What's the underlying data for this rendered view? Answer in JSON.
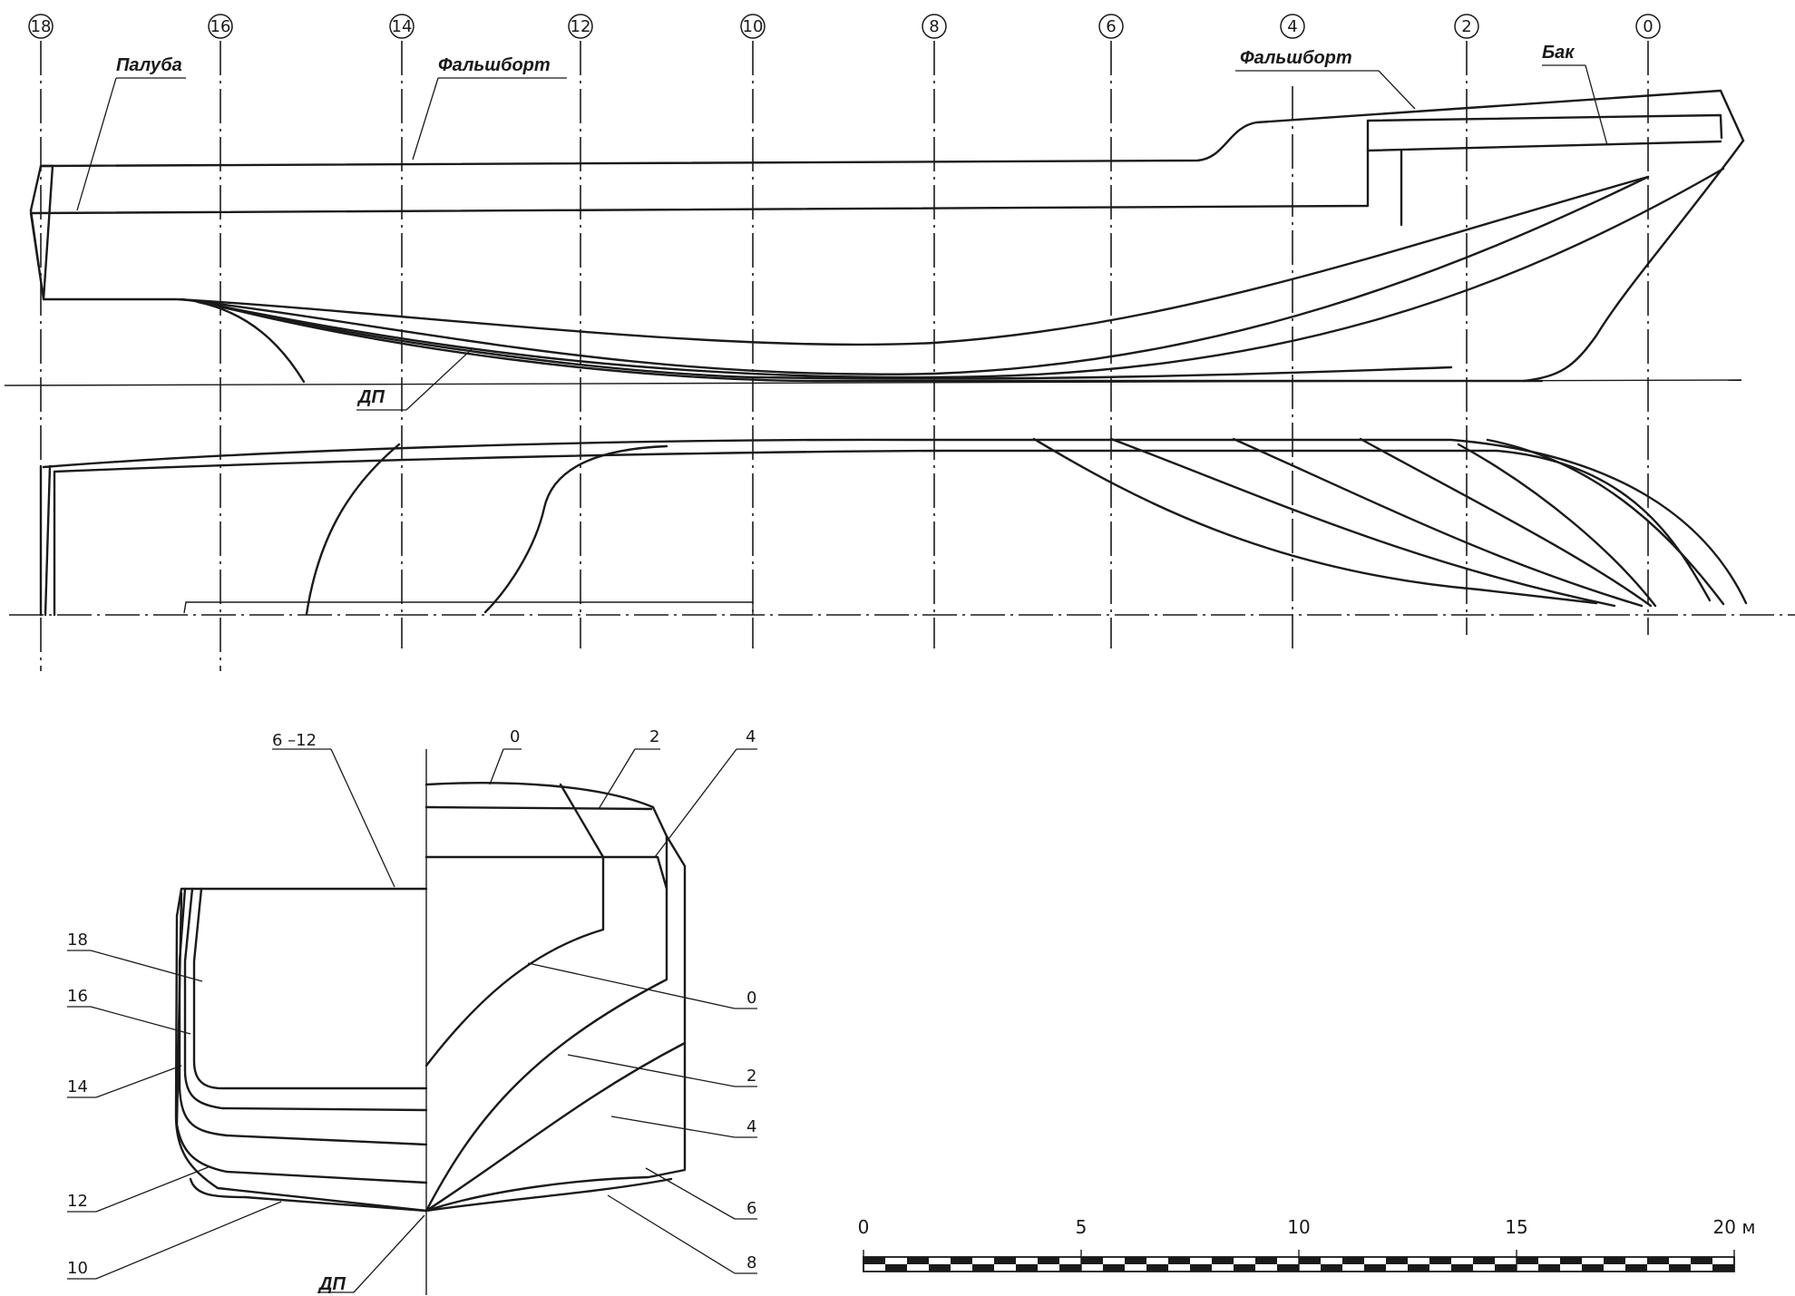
{
  "stations": [
    "18",
    "16",
    "14",
    "12",
    "10",
    "8",
    "6",
    "4",
    "2",
    "0"
  ],
  "profile_labels": {
    "deck": "Палуба",
    "bulwark_aft": "Фальшборт",
    "bulwark_fwd": "Фальшборт",
    "forecastle": "Бак",
    "centerline": "ДП"
  },
  "section_labels": {
    "midbody": "6 –12",
    "fwd": [
      "0",
      "2",
      "4",
      "0",
      "2",
      "4",
      "6",
      "8"
    ],
    "aft": [
      "18",
      "16",
      "14",
      "12",
      "10"
    ],
    "centerline": "ДП"
  },
  "scale": {
    "ticks": [
      "0",
      "5",
      "10",
      "15",
      "20 м"
    ]
  }
}
